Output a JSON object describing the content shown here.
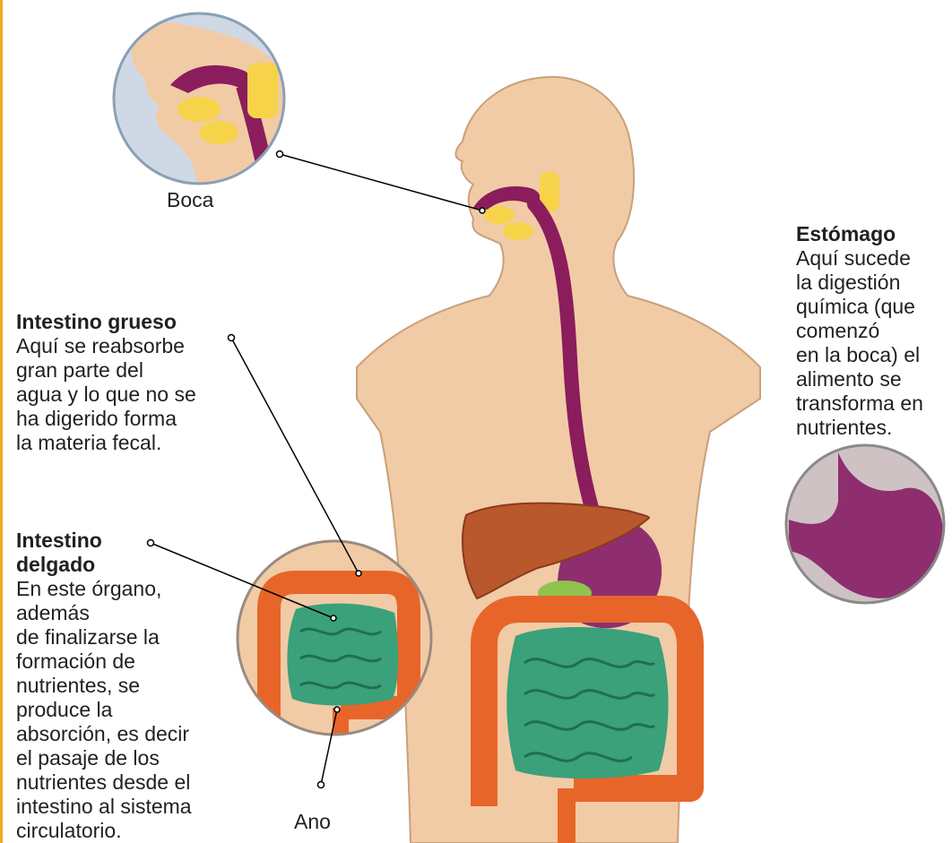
{
  "colors": {
    "skin": "#f1cba5",
    "skin_outline": "#c9a07c",
    "esophagus": "#8b1d5c",
    "gland": "#f7d34a",
    "liver": "#b9572d",
    "large_intestine": "#e8652a",
    "small_intestine": "#3aa17a",
    "stomach": "#8e2e6e",
    "gallbladder": "#8fc24f",
    "leader_line": "#000000"
  },
  "labels": {
    "boca": {
      "title": "Boca"
    },
    "estomago": {
      "title": "Estómago",
      "body": "Aquí sucede\nla digestión\nquímica (que\ncomenzó\nen la boca) el\nalimento se\ntransforma en\nnutrientes."
    },
    "grueso": {
      "title": "Intestino grueso",
      "body": "Aquí se reabsorbe\ngran parte del\nagua y lo que no se\nha digerido forma\nla materia fecal."
    },
    "delgado": {
      "title_1": "Intestino",
      "title_2": "delgado",
      "body": "En este órgano,\nademás\nde finalizarse la\nformación de\nnutrientes, se\nproduce la\nabsorción, es decir\nel pasaje de los\nnutrientes desde el\nintestino al sistema\ncirculatorio."
    },
    "ano": {
      "title": "Ano"
    }
  }
}
